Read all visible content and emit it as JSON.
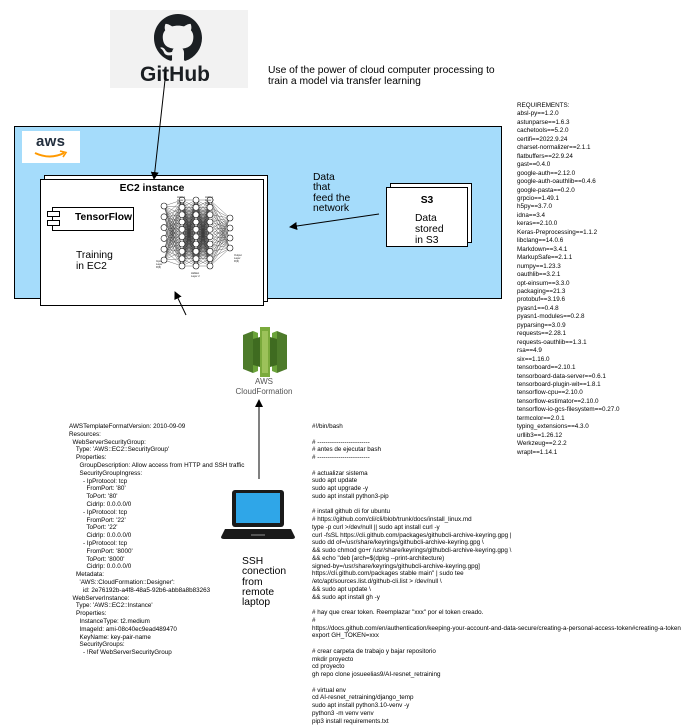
{
  "github": {
    "logo_text": "GitHub"
  },
  "description": {
    "line1": "Use of the power of cloud computer processing to",
    "line2": "train a model via transfer learning"
  },
  "aws": {
    "logo_text": "aws"
  },
  "ec2": {
    "title": "EC2 instance",
    "tensorflow_label": "TensorFlow",
    "training_line1": "Training",
    "training_line2": "in EC2"
  },
  "s3": {
    "title": "S3",
    "line1": "Data",
    "line2": "stored",
    "line3": "in S3"
  },
  "flow_label": {
    "line1": "Data",
    "line2": "that",
    "line3": "feed the",
    "line4": "network"
  },
  "cloudformation": {
    "line1": "AWS",
    "line2": "CloudFormation"
  },
  "ssh": {
    "line1": "SSH",
    "line2": "conection",
    "line3": "from",
    "line4": "remote",
    "line5": "laptop"
  },
  "nn_labels": {
    "input": "Input\nLayer\nR(6)",
    "hidden1": "Hidden\nLayer 1\nR(3)",
    "hidden2": "Hidden\nLayer 2\nR(3)",
    "hidden3": "Hidden\nLayer 3\nR(3)",
    "output": "Output\nLayer\nR(3)"
  },
  "requirements": [
    "REQUIREMENTS:",
    "absl-py==1.2.0",
    "astunparse==1.6.3",
    "cachetools==5.2.0",
    "certifi==2022.9.24",
    "charset-normalizer==2.1.1",
    "flatbuffers==22.9.24",
    "gast==0.4.0",
    "google-auth==2.12.0",
    "google-auth-oauthlib==0.4.6",
    "google-pasta==0.2.0",
    "grpcio==1.49.1",
    "h5py==3.7.0",
    "idna==3.4",
    "keras==2.10.0",
    "Keras-Preprocessing==1.1.2",
    "libclang==14.0.6",
    "Markdown==3.4.1",
    "MarkupSafe==2.1.1",
    "numpy==1.23.3",
    "oauthlib==3.2.1",
    "opt-einsum==3.3.0",
    "packaging==21.3",
    "protobuf==3.19.6",
    "pyasn1==0.4.8",
    "pyasn1-modules==0.2.8",
    "pyparsing==3.0.9",
    "requests==2.28.1",
    "requests-oauthlib==1.3.1",
    "rsa==4.9",
    "six==1.16.0",
    "tensorboard==2.10.1",
    "tensorboard-data-server==0.6.1",
    "tensorboard-plugin-wit==1.8.1",
    "tensorflow-cpu==2.10.0",
    "tensorflow-estimator==2.10.0",
    "tensorflow-io-gcs-filesystem==0.27.0",
    "termcolor==2.0.1",
    "typing_extensions==4.3.0",
    "urllib3==1.26.12",
    "Werkzeug==2.2.2",
    "wrapt==1.14.1"
  ],
  "cloudformation_template": [
    "AWSTemplateFormatVersion: 2010-09-09",
    "Resources:",
    "  WebServerSecurityGroup:",
    "    Type: 'AWS::EC2::SecurityGroup'",
    "    Properties:",
    "      GroupDescription: Allow access from HTTP and SSH traffic",
    "      SecurityGroupIngress:",
    "        - IpProtocol: tcp",
    "          FromPort: '80'",
    "          ToPort: '80'",
    "          CidrIp: 0.0.0.0/0",
    "        - IpProtocol: tcp",
    "          FromPort: '22'",
    "          ToPort: '22'",
    "          CidrIp: 0.0.0.0/0",
    "        - IpProtocol: tcp",
    "          FromPort: '8000'",
    "          ToPort: '8000'",
    "          CidrIp: 0.0.0.0/0",
    "    Metadata:",
    "      'AWS::CloudFormation::Designer':",
    "        id: 2e76192b-a4f8-48a5-92b6-abb8a8b83263",
    "  WebServerInstance:",
    "    Type: 'AWS::EC2::Instance'",
    "    Properties:",
    "      InstanceType: t2.medium",
    "      ImageId: ami-08c40ec9ead489470",
    "      KeyName: key-pair-name",
    "      SecurityGroups:",
    "        - !Ref WebServerSecurityGroup"
  ],
  "bash_script": [
    "#!/bin/bash",
    "",
    "# -------------------------",
    "# antes de ejecutar bash",
    "# -------------------------",
    "",
    "# actualizar sistema",
    "sudo apt update",
    "sudo apt upgrade -y",
    "sudo apt install python3-pip",
    "",
    "# install github cli for ubuntu",
    "# https://github.com/cli/cli/blob/trunk/docs/install_linux.md",
    "type -p curl >/dev/null || sudo apt install curl -y",
    "curl -fsSL https://cli.github.com/packages/githubcli-archive-keyring.gpg |",
    "sudo dd of=/usr/share/keyrings/githubcli-archive-keyring.gpg \\",
    "&& sudo chmod go+r /usr/share/keyrings/githubcli-archive-keyring.gpg \\",
    "&& echo \"deb [arch=$(dpkg --print-architecture)",
    "signed-by=/usr/share/keyrings/githubcli-archive-keyring.gpg]",
    "https://cli.github.com/packages stable main\" | sudo tee",
    "/etc/apt/sources.list.d/github-cli.list > /dev/null \\",
    "&& sudo apt update \\",
    "&& sudo apt install gh -y",
    "",
    "# hay que crear token. Reemplazar \"xxx\" por el token creado.",
    "#",
    "https://docs.github.com/en/authentication/keeping-your-account-and-data-secure/creating-a-personal-access-token#creating-a-token",
    "export GH_TOKEN=xxx",
    "",
    "# crear carpeta de trabajo y bajar repositorio",
    "mkdir proyecto",
    "cd proyecto",
    "gh repo clone josueelias9/AI-resnet_retraining",
    "",
    "# virtual env",
    "cd AI-resnet_retraining/django_temp",
    "sudo apt install python3.10-venv -y",
    "python3 -m venv venv",
    "pip3 install requirements.txt"
  ]
}
